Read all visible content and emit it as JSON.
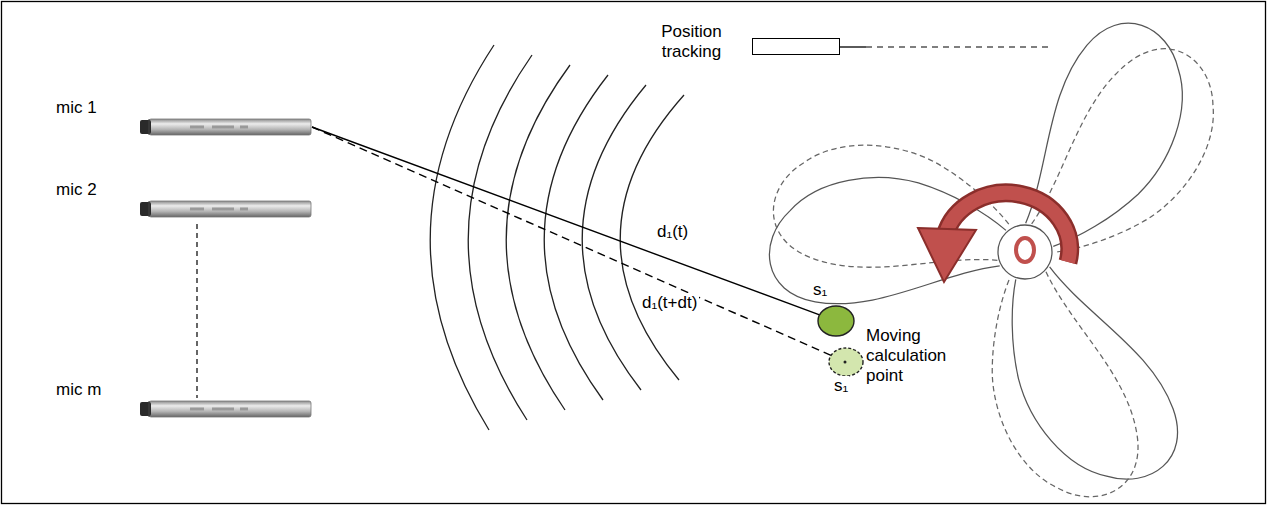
{
  "diagram": {
    "nodes": [
      {
        "text": [
          "mic 1"
        ]
      },
      {
        "text": [
          "mic 2"
        ]
      },
      {
        "text": [
          "mic m"
        ]
      },
      {
        "text": [
          "Position tracking"
        ]
      },
      {
        "text": [
          "s₁"
        ]
      },
      {
        "text": [
          "s₁"
        ]
      }
    ],
    "edges": [
      {
        "from": 0,
        "to": 4,
        "arrow": "none",
        "label": "d₁(t)"
      },
      {
        "from": 0,
        "to": 5,
        "arrow": "none",
        "label": "d₁(t+dt)"
      }
    ],
    "labels": [
      "Moving calculation point"
    ]
  }
}
